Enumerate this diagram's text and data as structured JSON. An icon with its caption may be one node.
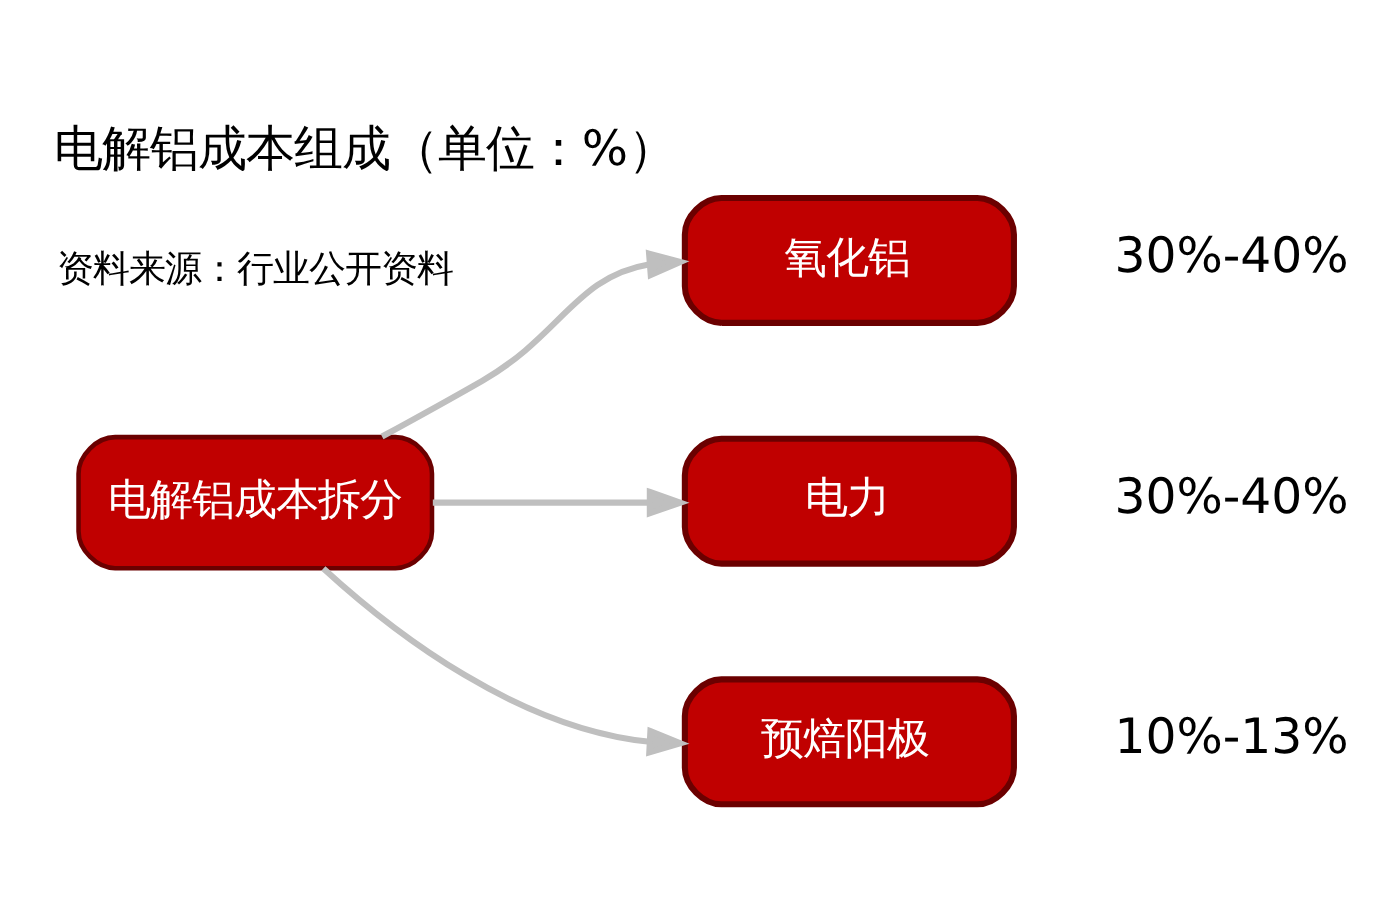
{
  "diagram": {
    "title": "电解铝成本组成（单位：%）",
    "nodes": [
      {
        "text": [
          "电解铝成本拆分"
        ]
      },
      {
        "text": [
          "氧化铝"
        ],
        "beside": [
          "30%-40%"
        ]
      },
      {
        "text": [
          "电力"
        ],
        "beside": [
          "30%-40%"
        ]
      },
      {
        "text": [
          "预焙阳极"
        ],
        "beside": [
          "10%-13%"
        ]
      }
    ],
    "edges": [
      {
        "from": 0,
        "to": 1,
        "arrow": "to",
        "color": "#bfbfbf"
      },
      {
        "from": 0,
        "to": 2,
        "arrow": "to",
        "color": "#bfbfbf"
      },
      {
        "from": 0,
        "to": 3,
        "arrow": "to",
        "color": "#bfbfbf"
      }
    ],
    "labels": [
      "资料来源：行业公开资料"
    ]
  }
}
